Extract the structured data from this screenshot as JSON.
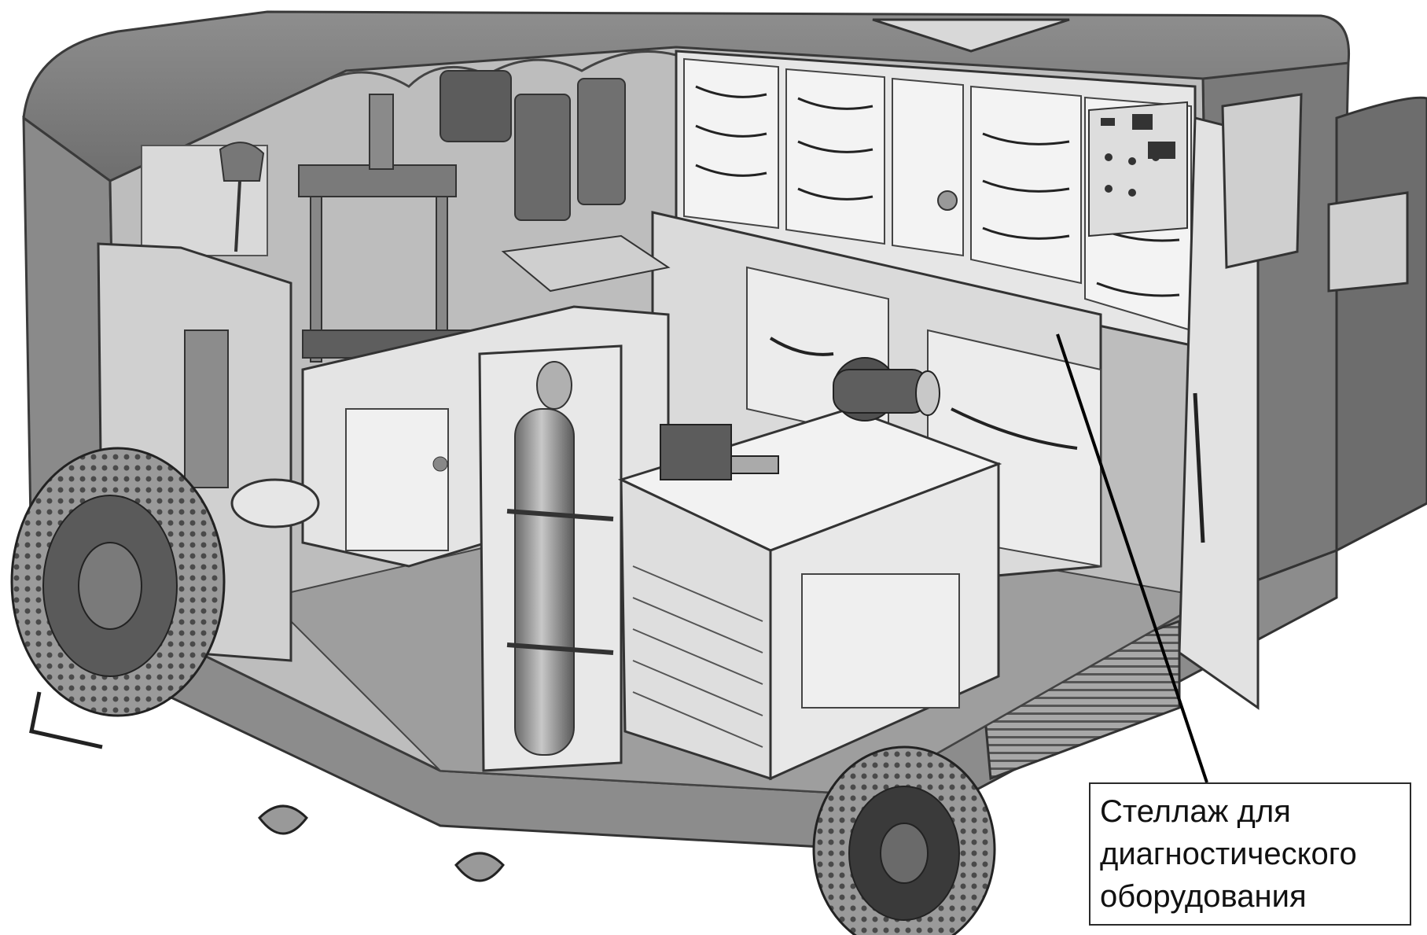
{
  "callout": {
    "line1": "Стеллаж для",
    "line2": "диагностического",
    "line3": "оборудования"
  },
  "colors": {
    "body_dark": "#7d7d7d",
    "body_mid": "#a6a6a6",
    "panel_light": "#dcdcdc",
    "panel_white": "#efefef",
    "outline": "#3a3a3a"
  }
}
